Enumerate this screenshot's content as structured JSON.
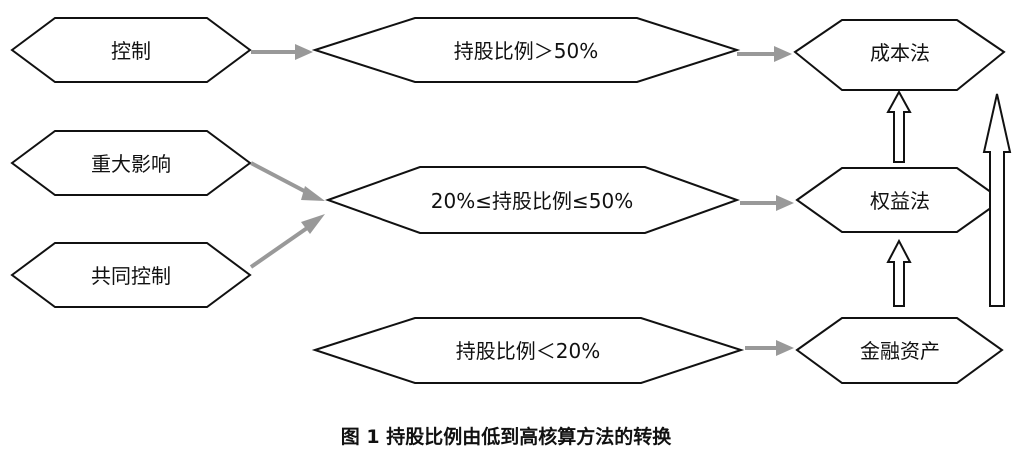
{
  "nodes": {
    "control": "控制",
    "ratio_gt_50": "持股比例＞50%",
    "cost_method": "成本法",
    "significant_influence": "重大影响",
    "joint_control": "共同控制",
    "ratio_20_50": "20%≤持股比例≤50%",
    "equity_method": "权益法",
    "ratio_lt_20": "持股比例＜20%",
    "financial_assets": "金融资产"
  },
  "caption": "图 1   持股比例由低到高核算方法的转换"
}
